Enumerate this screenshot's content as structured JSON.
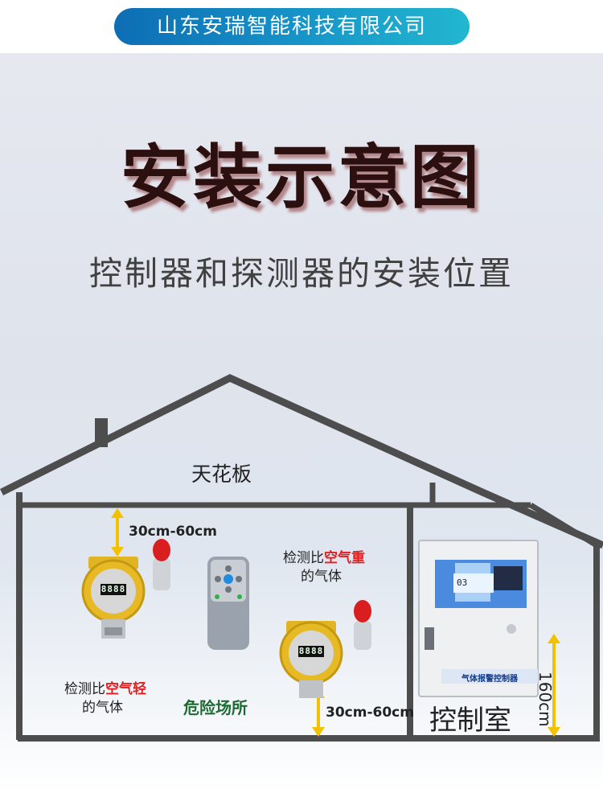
{
  "header": {
    "company": "山东安瑞智能科技有限公司"
  },
  "title": "安装示意图",
  "subtitle": "控制器和探测器的安装位置",
  "diagram": {
    "ceiling_label": "天花板",
    "dim_top": "30cm-60cm",
    "dim_bottom": "30cm-60cm",
    "heavy_gas": {
      "prefix": "检测比",
      "highlight": "空气重",
      "suffix": "的气体"
    },
    "light_gas": {
      "prefix": "检测比",
      "highlight": "空气轻",
      "suffix": "的气体"
    },
    "danger_label": "危险场所",
    "control_room_label": "控制室",
    "controller_height": "160cm",
    "controller_name": "气体报警控制器",
    "controller_display": "03"
  },
  "colors": {
    "pill_start": "#0d6db4",
    "pill_end": "#22b7cf",
    "wall": "#4a4a4a",
    "arrow": "#f2c200",
    "highlight": "#e02020",
    "danger": "#1d6b33"
  }
}
